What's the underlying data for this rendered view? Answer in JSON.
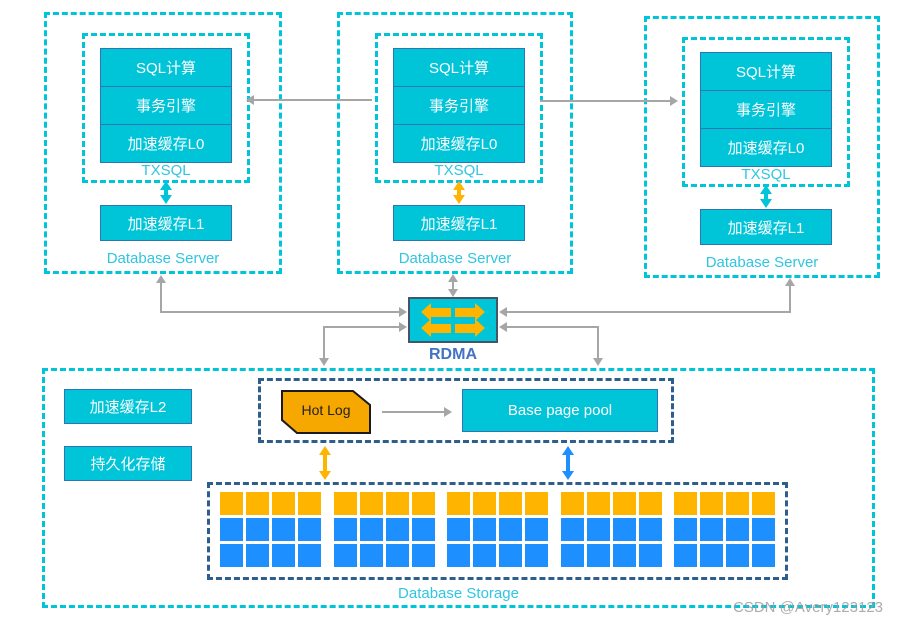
{
  "colors": {
    "cyan": "#00c4d8",
    "cyan-label": "#2fc6e0",
    "box-border": "#2e75b6",
    "orange": "#ffb400",
    "hotlog": "#f7a800",
    "blue": "#1e8fff",
    "navy": "#2e5f8c",
    "gray": "#a6a6a6",
    "rdma-label": "#4472c4",
    "watermark": "#9e9e9e"
  },
  "servers": [
    {
      "label": "Database Server",
      "txsql": "TXSQL",
      "modules": [
        "SQL计算",
        "事务引擎",
        "加速缓存L0"
      ],
      "cache_l1": "加速缓存L1",
      "link_color": "cyan"
    },
    {
      "label": "Database Server",
      "txsql": "TXSQL",
      "modules": [
        "SQL计算",
        "事务引擎",
        "加速缓存L0"
      ],
      "cache_l1": "加速缓存L1",
      "link_color": "orange"
    },
    {
      "label": "Database Server",
      "txsql": "TXSQL",
      "modules": [
        "SQL计算",
        "事务引擎",
        "加速缓存L0"
      ],
      "cache_l1": "加速缓存L1",
      "link_color": "cyan"
    }
  ],
  "rdma": {
    "label": "RDMA",
    "arrow_icons": [
      "left-arrow-icon",
      "right-arrow-icon",
      "left-arrow-icon",
      "right-arrow-icon"
    ]
  },
  "storage": {
    "cache_l2": "加速缓存L2",
    "persistent": "持久化存储",
    "hot_log": "Hot Log",
    "base_page_pool": "Base page pool",
    "label": "Database Storage",
    "grid": {
      "groups": 5,
      "cols": 4,
      "rows": 3,
      "orange_rows": 1
    }
  },
  "watermark": "CSDN @Avery123123"
}
